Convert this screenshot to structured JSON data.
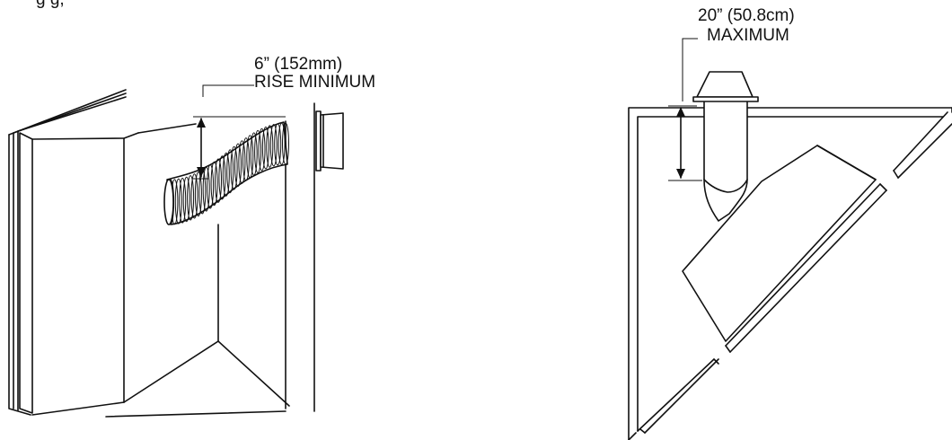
{
  "header": {
    "partial_text": "g                 g,"
  },
  "left_figure": {
    "dimension_value": "6” (152mm)",
    "dimension_caption": "RISE MINIMUM"
  },
  "right_figure": {
    "dimension_value": "20” (50.8cm)",
    "dimension_caption": "MAXIMUM"
  },
  "colors": {
    "line": "#111111",
    "background": "#ffffff"
  }
}
